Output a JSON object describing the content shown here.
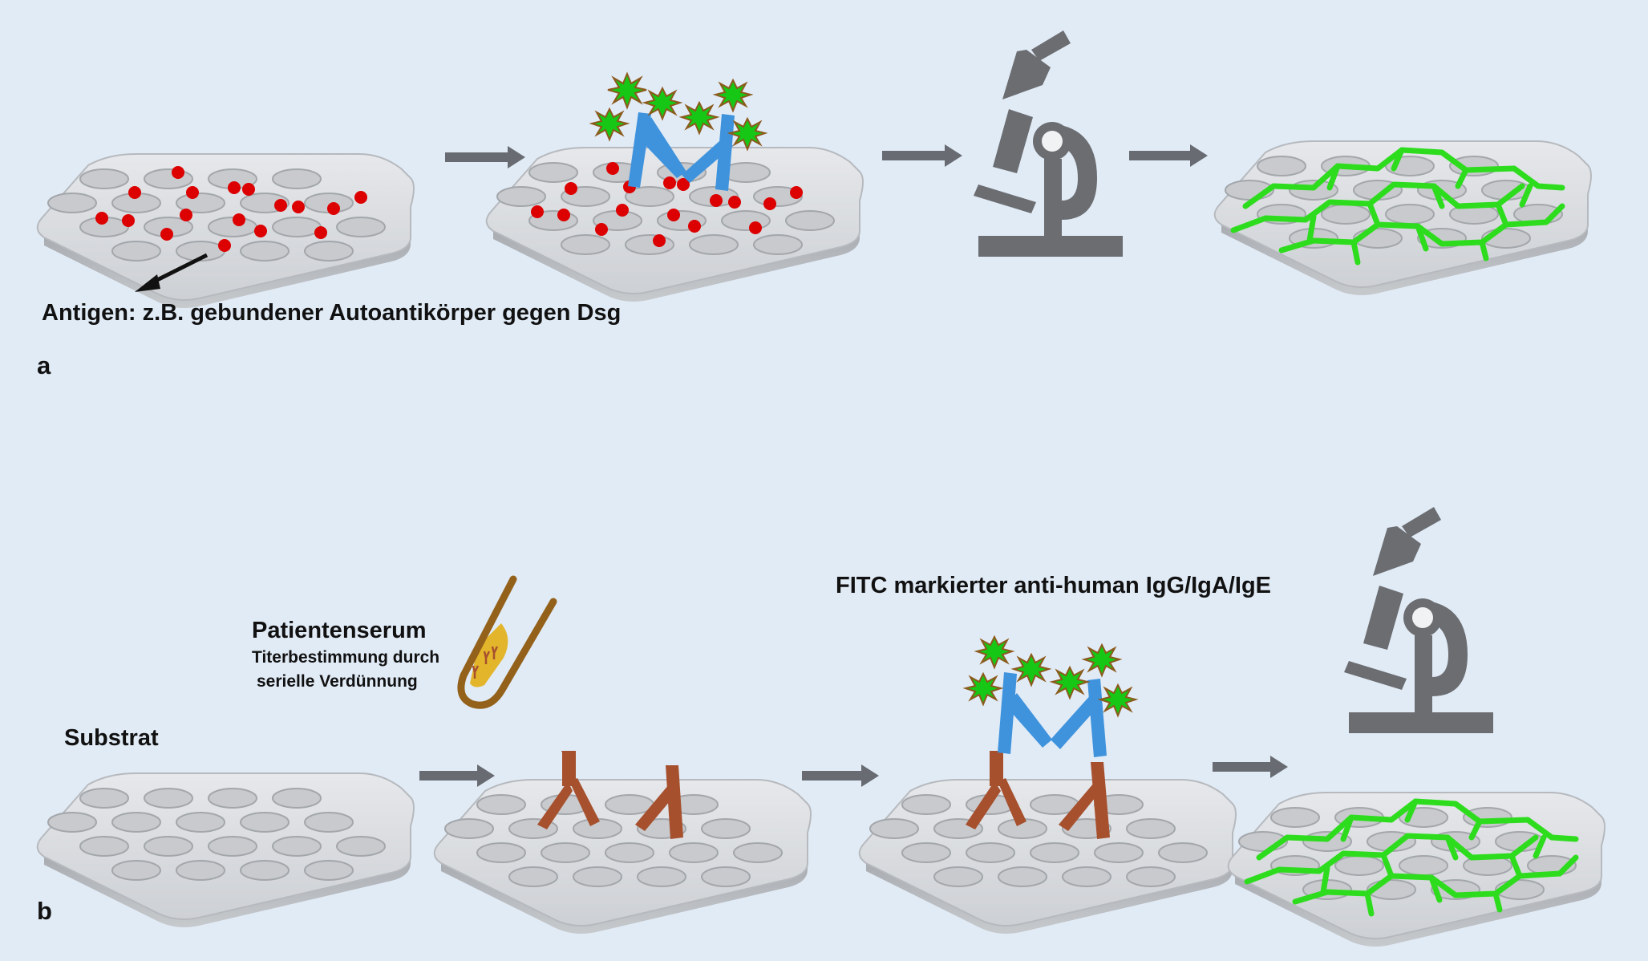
{
  "panel_a": {
    "letter": "a",
    "antigen_label": "Antigen: z.B. gebundener Autoantikörper gegen Dsg"
  },
  "panel_b": {
    "letter": "b",
    "substrate_label": "Substrat",
    "serum_title": "Patientenserum",
    "serum_note_line1": "Titerbestimmung durch",
    "serum_note_line2": "serielle Verdünnung",
    "conjugate_label": "FITC markierter anti-human IgG/IgA/IgE"
  },
  "colors": {
    "background": "#e1ebf6",
    "slide": "#d4d6da",
    "arrow": "#686c72",
    "microscope": "#6b6d71",
    "antigen_dot": "#dc0000",
    "secondary_antibody": "#3f93dd",
    "patient_antibody": "#a6502e",
    "fluorescence": "#2edc1e",
    "fitc_star_fill": "#16c716",
    "fitc_star_outline": "#8b5a1c",
    "tube_liquid": "#e2b52b",
    "tube_outline": "#93611a"
  },
  "icons": [
    "slide",
    "cell-pattern",
    "antigen-dot",
    "antibody",
    "fitc-star",
    "microscope-icon",
    "test-tube-icon",
    "process-arrow",
    "pointer-arrow"
  ]
}
